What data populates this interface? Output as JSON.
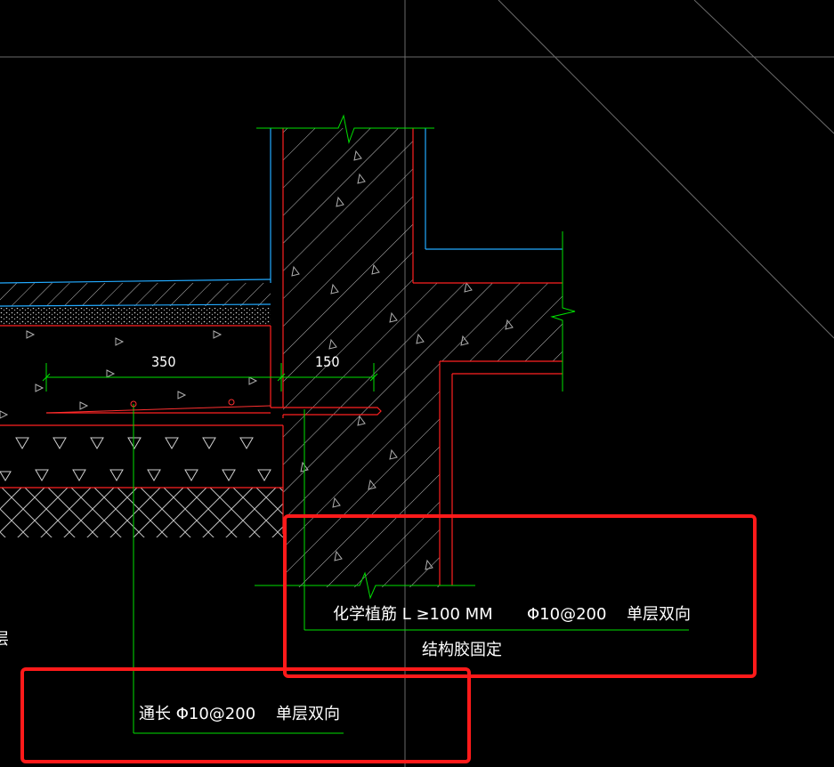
{
  "drawing": {
    "dimensions": {
      "left_span": "350",
      "right_span": "150"
    },
    "annotations": {
      "chemical_rebar": "化学植筋 L ≥100 MM",
      "chemical_rebar_spec": "Φ10@200",
      "chemical_rebar_layer": "单层双向",
      "structural_glue": "结构胶固定",
      "through_rebar": "通长 Φ10@200",
      "through_rebar_layer": "单层双向",
      "edge_partial": "层"
    },
    "colors": {
      "background": "#000000",
      "outline": "#ff2020",
      "dimension": "#00e000",
      "finish_line": "#22aaff",
      "hatch": "#bfbfbf",
      "text": "#ffffff",
      "highlight_box": "#ff1a1a"
    }
  }
}
